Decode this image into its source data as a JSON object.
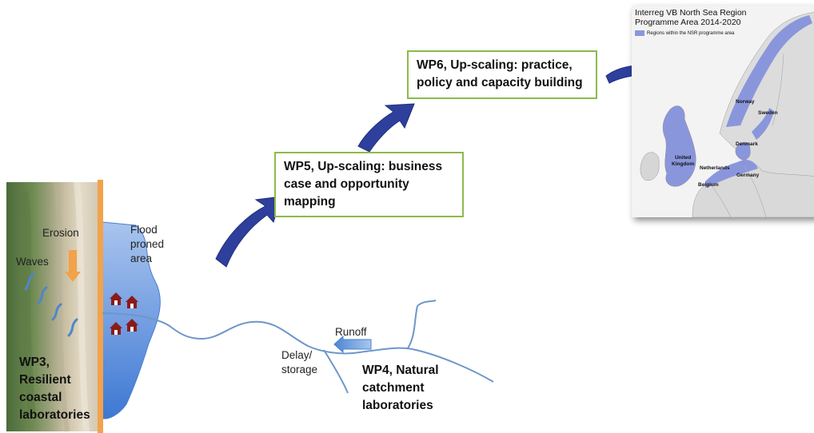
{
  "coast": {
    "erosion": "Erosion",
    "waves": "Waves",
    "flood_line1": "Flood",
    "flood_line2": "proned",
    "flood_line3": "area",
    "wp3_line1": "WP3,",
    "wp3_line2": "Resilient",
    "wp3_line3": "coastal",
    "wp3_line4": "laboratories"
  },
  "catchment": {
    "delay_line1": "Delay/",
    "delay_line2": "storage",
    "runoff": "Runoff",
    "wp4_line1": "WP4, Natural",
    "wp4_line2": "catchment",
    "wp4_line3": "laboratories"
  },
  "wp5": {
    "line1": "WP5, Up-scaling: business",
    "line2": "case and opportunity",
    "line3": "mapping"
  },
  "wp6": {
    "line1": "WP6, Up-scaling: practice,",
    "line2": "policy and capacity building"
  },
  "map": {
    "title_line1": "Interreg VB North Sea Region",
    "title_line2": "Programme Area 2014-2020",
    "legend": "Regions within the NSR programme area",
    "countries": {
      "norway": "Norway",
      "sweden": "Sweden",
      "denmark": "Denmark",
      "uk": "United\nKingdom",
      "netherlands": "Netherlands",
      "germany": "Germany",
      "belgium": "Belgium"
    }
  },
  "colors": {
    "box_border": "#8dba4a",
    "arrow_fill": "#2e3f9c",
    "flood_water": "#5f8fd6",
    "orange": "#f2a24a",
    "river": "#6d97c9",
    "house": "#8b1a1a"
  }
}
